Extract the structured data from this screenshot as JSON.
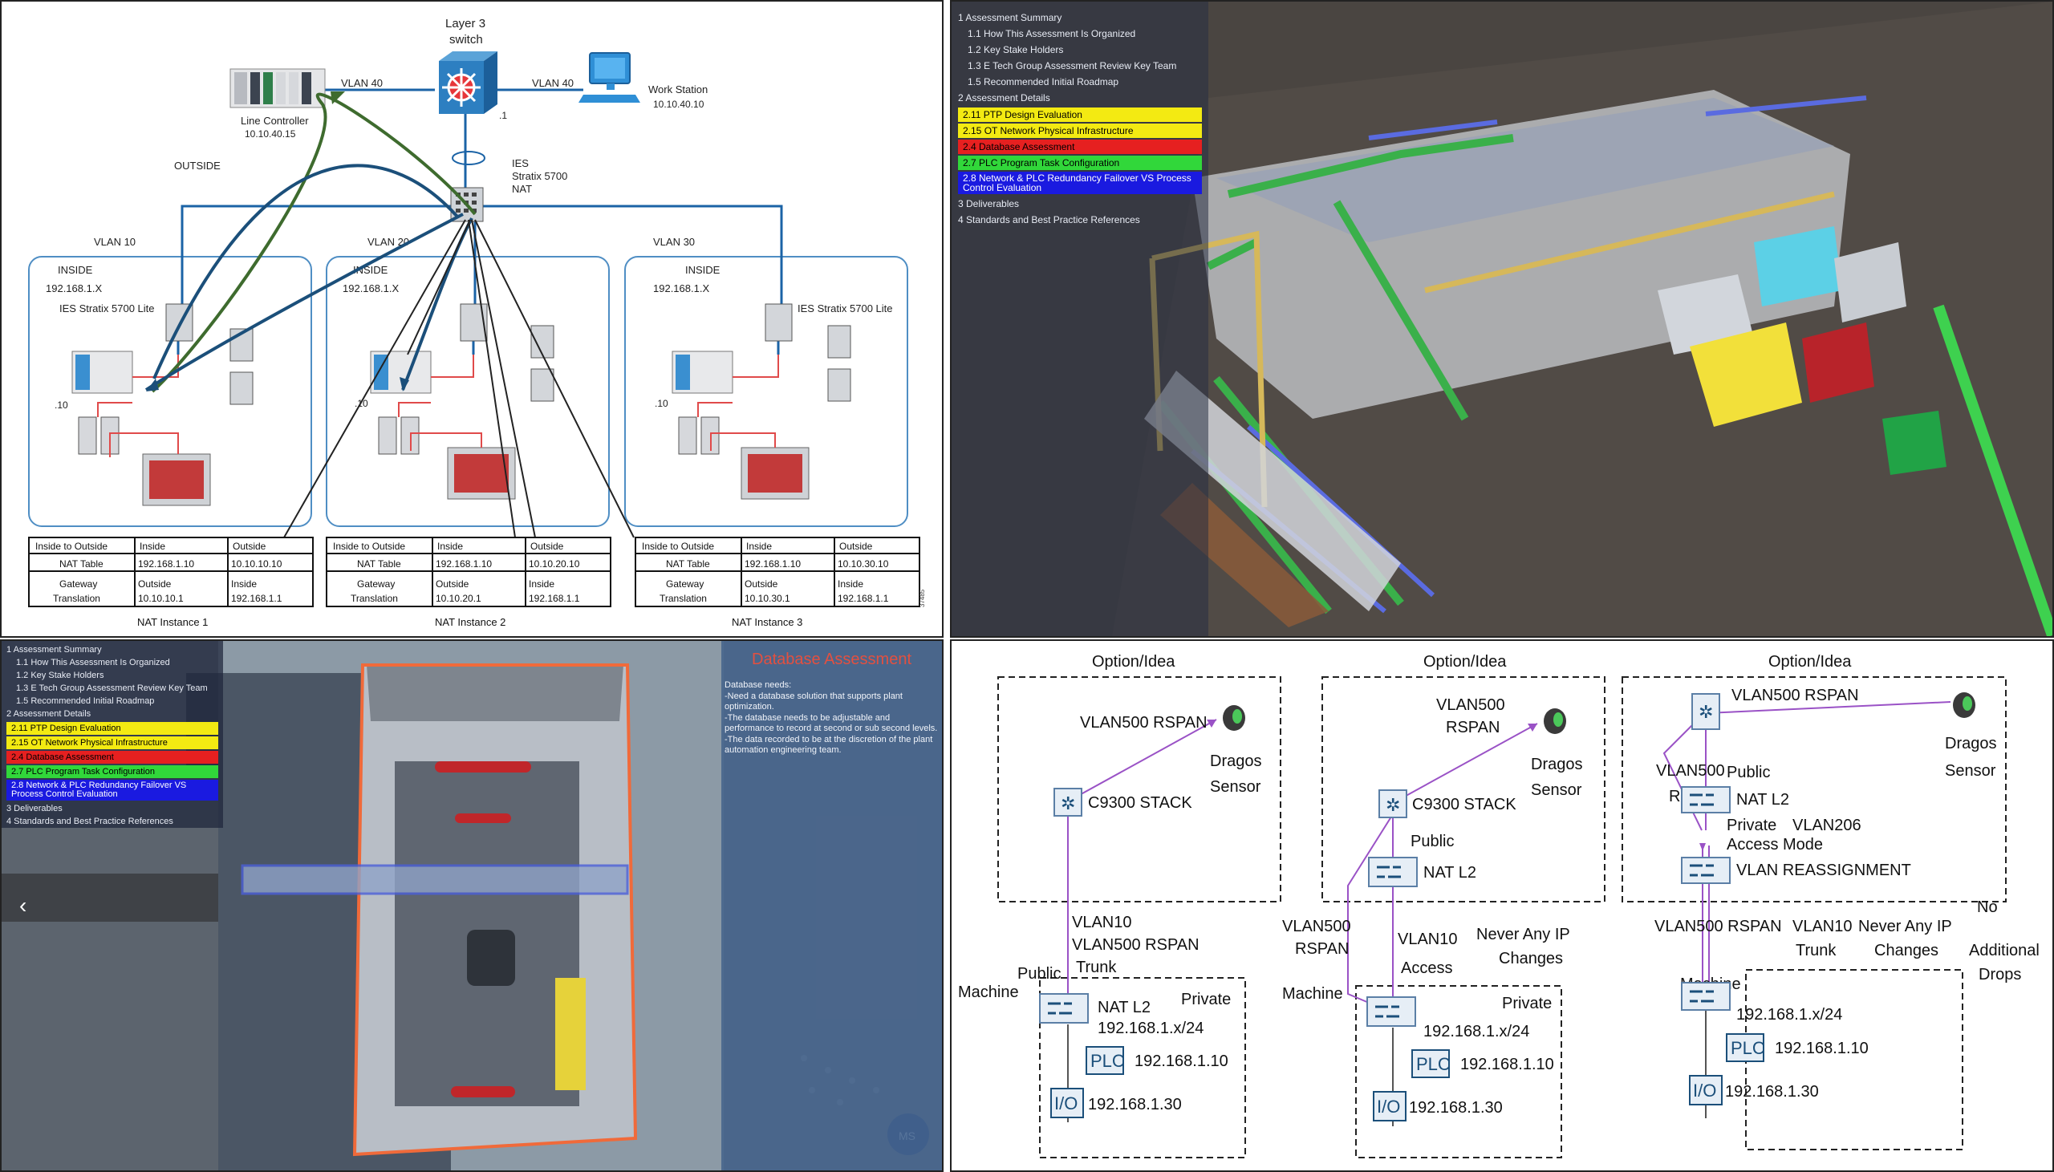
{
  "network": {
    "layer3_title": "Layer 3\nswitch",
    "layer3_line1": "Layer 3",
    "layer3_line2": "switch",
    "switch_port": ".1",
    "vlan40_left": "VLAN 40",
    "vlan40_right": "VLAN 40",
    "line_controller": "Line  Controller",
    "line_controller_ip": "10.10.40.15",
    "workstation": "Work Station",
    "workstation_ip": "10.10.40.10",
    "outside": "OUTSIDE",
    "ies_main_line1": "IES",
    "ies_main_line2": "Stratix 5700",
    "ies_main_line3": "NAT",
    "figure_code": "37485",
    "zones": [
      {
        "vlan": "VLAN 10",
        "inside": "INSIDE",
        "subnet": "192.168.1.X",
        "ies": "IES Stratix 5700 Lite",
        "port": ".10",
        "table": {
          "h": [
            "Inside to Outside",
            "Inside",
            "Outside"
          ],
          "r1": [
            "NAT Table",
            "192.168.1.10",
            "10.10.10.10"
          ],
          "r2a": "Gateway",
          "r2b": "Translation",
          "r2": [
            "Outside",
            "Inside"
          ],
          "r2v": [
            "10.10.10.1",
            "192.168.1.1"
          ]
        },
        "instance": "NAT  Instance    1"
      },
      {
        "vlan": "VLAN 20",
        "inside": "INSIDE",
        "subnet": "192.168.1.X",
        "ies": "",
        "port": ".10",
        "table": {
          "h": [
            "Inside to Outside",
            "Inside",
            "Outside"
          ],
          "r1": [
            "NAT Table",
            "192.168.1.10",
            "10.10.20.10"
          ],
          "r2a": "Gateway",
          "r2b": "Translation",
          "r2": [
            "Outside",
            "Inside"
          ],
          "r2v": [
            "10.10.20.1",
            "192.168.1.1"
          ]
        },
        "instance": "NAT  Instance    2"
      },
      {
        "vlan": "VLAN 30",
        "inside": "INSIDE",
        "subnet": "192.168.1.X",
        "ies": "IES Stratix 5700 Lite",
        "port": ".10",
        "table": {
          "h": [
            "Inside to Outside",
            "Inside",
            "Outside"
          ],
          "r1": [
            "NAT Table",
            "192.168.1.10",
            "10.10.30.10"
          ],
          "r2a": "Gateway",
          "r2b": "Translation",
          "r2": [
            "Outside",
            "Inside"
          ],
          "r2v": [
            "10.10.30.1",
            "192.168.1.1"
          ]
        },
        "instance": "NAT  Instance    3"
      }
    ]
  },
  "menu": {
    "items": [
      {
        "text": "1 Assessment Summary",
        "level": 0
      },
      {
        "text": "1.1 How This Assessment Is Organized",
        "level": 1
      },
      {
        "text": "1.2 Key Stake Holders",
        "level": 1
      },
      {
        "text": "1.3 E Tech Group Assessment Review Key Team",
        "level": 1
      },
      {
        "text": "1.5 Recommended Initial Roadmap",
        "level": 1
      },
      {
        "text": "2 Assessment Details",
        "level": 0
      }
    ],
    "highlighted": [
      {
        "text": "2.11 PTP Design Evaluation",
        "color": "#f3ea12"
      },
      {
        "text": "2.15 OT Network Physical Infrastructure",
        "color": "#f3ea12"
      },
      {
        "text": "2.4 Database Assessment",
        "color": "#e62020"
      },
      {
        "text": "2.7 PLC Program Task Configuration",
        "color": "#31d73a"
      },
      {
        "text": "2.8 Network & PLC Redundancy Failover VS Process Control Evaluation",
        "color": "#1a1ae0"
      }
    ],
    "tail": [
      {
        "text": "3 Deliverables",
        "level": 0
      },
      {
        "text": "4 Standards and Best Practice References",
        "level": 0
      }
    ]
  },
  "database": {
    "title": "Database Assessment",
    "lines": [
      "Database needs:",
      "-Need a database solution that supports plant optimization.",
      "-The database needs to be adjustable and performance to record at second or sub second levels.",
      "-The data recorded to be at the discretion of the plant automation engineering team."
    ],
    "back_chevron": "‹",
    "badge": "MS"
  },
  "options": {
    "title": "Option/Idea",
    "o1": {
      "rspan": "VLAN500 RSPAN",
      "sensor1": "Dragos",
      "sensor2": "Sensor",
      "stack": "C9300 STACK",
      "trunk1": "VLAN10",
      "trunk2": "VLAN500 RSPAN",
      "trunk3": "Trunk",
      "public": "Public",
      "machine": "Machine",
      "natl2": "NAT L2",
      "private": "Private",
      "subnet": "192.168.1.x/24",
      "plc": "PLC",
      "plc_ip": "192.168.1.10",
      "io": "I/O",
      "io_ip": "192.168.1.30"
    },
    "o2": {
      "rspan1": "VLAN500",
      "rspan2": "RSPAN",
      "sensor1": "Dragos",
      "sensor2": "Sensor",
      "stack": "C9300 STACK",
      "public": "Public",
      "natl2": "NAT L2",
      "left1": "VLAN500",
      "left2": "RSPAN",
      "access1": "VLAN10",
      "access2": "Access",
      "never1": "Never Any IP",
      "never2": "Changes",
      "machine": "Machine",
      "private": "Private",
      "subnet": "192.168.1.x/24",
      "plc": "PLC",
      "plc_ip": "192.168.1.10",
      "io": "I/O",
      "io_ip": "192.168.1.30"
    },
    "o3": {
      "rspan": "VLAN500 RSPAN",
      "sensor1": "Dragos",
      "sensor2": "Sensor",
      "left1": "VLAN500",
      "left2": "RSPAN",
      "public": "Public",
      "natl2": "NAT L2",
      "private": "Private",
      "vlan206": "VLAN206",
      "access": "Access Mode",
      "reassign": "VLAN REASSIGNMENT",
      "bottom_rspan": "VLAN500 RSPAN",
      "trunk1": "VLAN10",
      "trunk2": "Trunk",
      "never1": "Never Any IP",
      "never2": "Changes",
      "noadd1": "No",
      "noadd2": "Additional",
      "noadd3": "Drops",
      "machine": "Machine",
      "subnet": "192.168.1.x/24",
      "plc": "PLC",
      "plc_ip": "192.168.1.10",
      "io": "I/O",
      "io_ip": "192.168.1.30"
    }
  },
  "colors": {
    "line_blue": "#1b63a6",
    "vlan_box": "#4f8ec4",
    "arrow_green": "#3e6b2e",
    "purple": "#9a52c6",
    "menu_bg": "#1e263c"
  }
}
